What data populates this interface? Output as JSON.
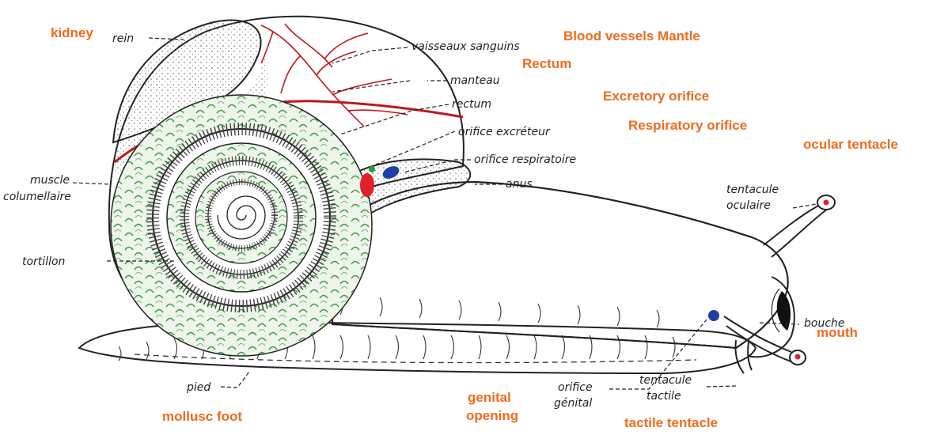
{
  "labels_fr": {
    "rein": "rein",
    "vaisseaux": "vaisseaux sanguins",
    "manteau": "manteau",
    "rectum": "rectum",
    "orifice_excreteur": "orifice excréteur",
    "orifice_respiratoire": "orifice respiratoire",
    "anus": "anus",
    "muscle_1": "muscle",
    "muscle_2": "columellaire",
    "tortillon": "tortillon",
    "tentacule_oculaire_1": "tentacule",
    "tentacule_oculaire_2": "oculaire",
    "bouche": "bouche",
    "tentacule_tactile_1": "tentacule",
    "tentacule_tactile_2": "tactile",
    "orifice_genital_1": "orifice",
    "orifice_genital_2": "génital",
    "pied": "pied"
  },
  "labels_en": {
    "kidney": "kidney",
    "blood_vessels_mantle": "Blood vessels Mantle",
    "rectum": "Rectum",
    "excretory_orifice": "Excretory orifice",
    "respiratory_orifice": "Respiratory orifice",
    "ocular_tentacle": "ocular tentacle",
    "mouth": "mouth",
    "genital_opening_1": "genital",
    "genital_opening_2": "opening",
    "mollusc_foot": "mollusc foot",
    "tactile_tentacle": "tactile tentacle"
  },
  "colors": {
    "label_orange": "#ef6b1d",
    "vessel_red": "#c0161b",
    "spiral_green": "#3d9a4a",
    "spiral_bg": "#eef5ea",
    "blue_marker": "#1f3fa6",
    "red_marker": "#e0202a",
    "ink": "#222222"
  }
}
